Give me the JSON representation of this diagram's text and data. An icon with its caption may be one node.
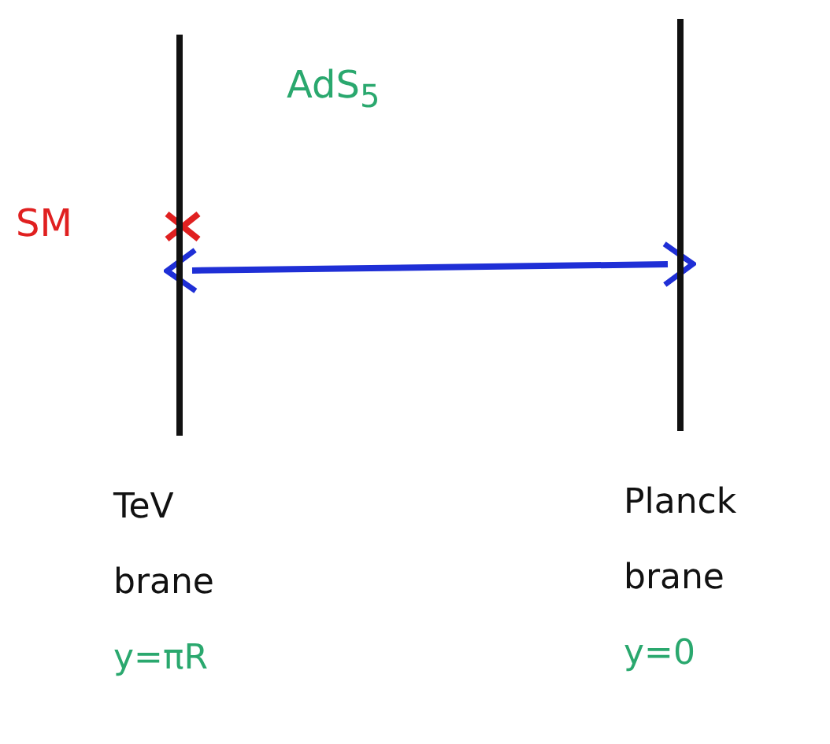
{
  "diagram": {
    "nodes": [
      {
        "text": [],
        "shape": "bar",
        "beside": [
          "TeV brane",
          "y=πR"
        ]
      },
      {
        "text": [],
        "shape": "bar",
        "beside": [
          "Planck brane",
          "y=0"
        ]
      }
    ],
    "edges": [
      {
        "from": 0,
        "to": 1,
        "arrow": "both",
        "color": "#1f2fd6"
      }
    ],
    "labels": [
      "AdS$_{5}$",
      "SM"
    ]
  }
}
